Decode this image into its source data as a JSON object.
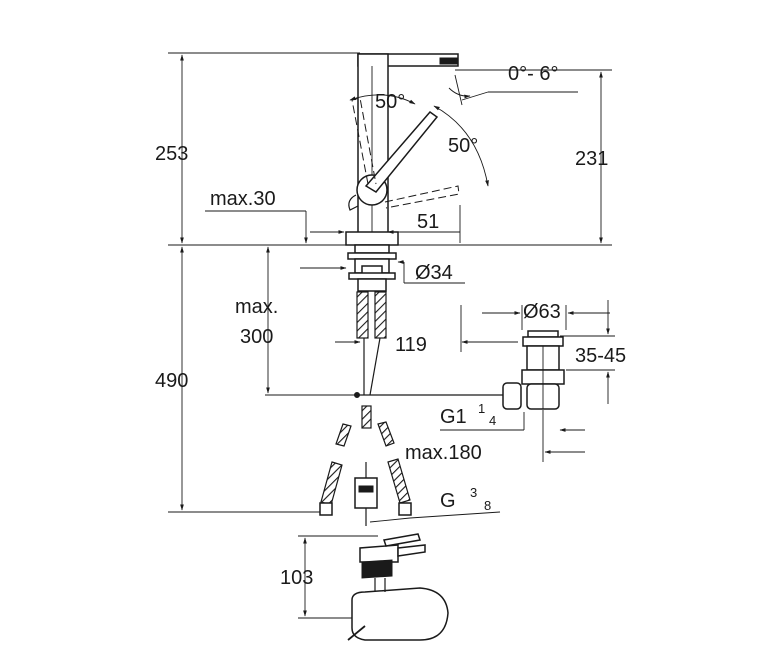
{
  "labels": {
    "angle_spout": "0°- 6°",
    "angle_lever_1": "50°",
    "angle_lever_2": "50°",
    "height_total": "253",
    "height_spout": "231",
    "max_deck": "max.30",
    "reach_51": "51",
    "dia_34": "Ø34",
    "max300_a": "max.",
    "max300_b": "300",
    "dim_119": "119",
    "height_490": "490",
    "dia_63": "Ø63",
    "range_35_45": "35-45",
    "thread_g1": "G1",
    "thread_g1_frac_num": "1",
    "thread_g1_frac_den": "4",
    "max_180": "max.180",
    "thread_g": "G",
    "thread_g_frac_num": "3",
    "thread_g_frac_den": "8",
    "height_103": "103"
  }
}
